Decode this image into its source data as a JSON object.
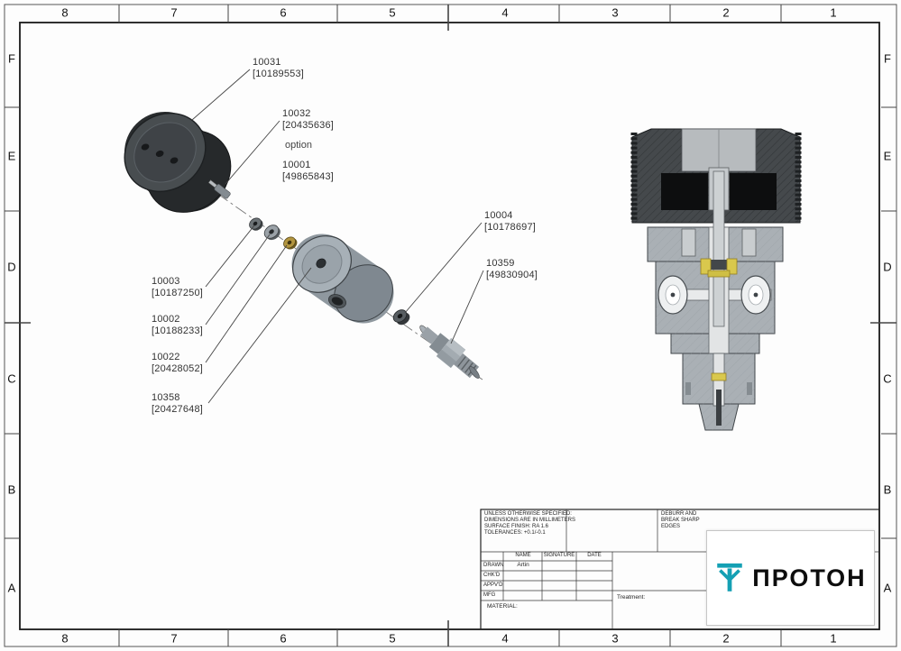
{
  "sheet": {
    "zones_top": [
      "8",
      "7",
      "6",
      "5",
      "4",
      "3",
      "2",
      "1"
    ],
    "zones_bottom": [
      "8",
      "7",
      "6",
      "5",
      "4",
      "3",
      "2",
      "1"
    ],
    "zones_left": [
      "F",
      "E",
      "D",
      "C",
      "B",
      "A"
    ],
    "zones_right": [
      "F",
      "E",
      "D",
      "C",
      "B",
      "A"
    ]
  },
  "parts": [
    {
      "id": "10031",
      "ref": "[10189553]"
    },
    {
      "id": "10032",
      "ref": "[20435636]"
    },
    {
      "id": "10001",
      "ref": "[49865843]"
    },
    {
      "id": "10004",
      "ref": "[10178697]"
    },
    {
      "id": "10359",
      "ref": "[49830904]"
    },
    {
      "id": "10003",
      "ref": "[10187250]"
    },
    {
      "id": "10002",
      "ref": "[10188233]"
    },
    {
      "id": "10022",
      "ref": "[20428052]"
    },
    {
      "id": "10358",
      "ref": "[20427648]"
    }
  ],
  "option_label": "option",
  "titleblock": {
    "spec_lines": [
      "UNLESS OTHERWISE SPECIFIED:",
      "DIMENSIONS ARE IN MILLIMETERS",
      "SURFACE FINISH: RA 1.6",
      "TOLERANCES: +0.1/-0.1"
    ],
    "deburr_lines": [
      "DEBURR AND",
      "BREAK SHARP",
      "EDGES"
    ],
    "table": {
      "headers": [
        "NAME",
        "SIGNATURE",
        "DATE"
      ],
      "rows": [
        {
          "label": "DRAWN",
          "name": "Artin"
        },
        {
          "label": "CHK'D",
          "name": ""
        },
        {
          "label": "APPV'D",
          "name": ""
        },
        {
          "label": "MFG",
          "name": ""
        }
      ]
    },
    "material_label": "MATERIAL:",
    "treatment_label": "Treatment:"
  },
  "logo": {
    "text": "ПРОТОН",
    "color": "#14a0b4"
  },
  "colors": {
    "body_gray": "#a8afb4",
    "knob_dark": "#43474a",
    "brass": "#b2953f",
    "highlight_yellow": "#d9c84d",
    "logo_teal": "#14a0b4"
  }
}
